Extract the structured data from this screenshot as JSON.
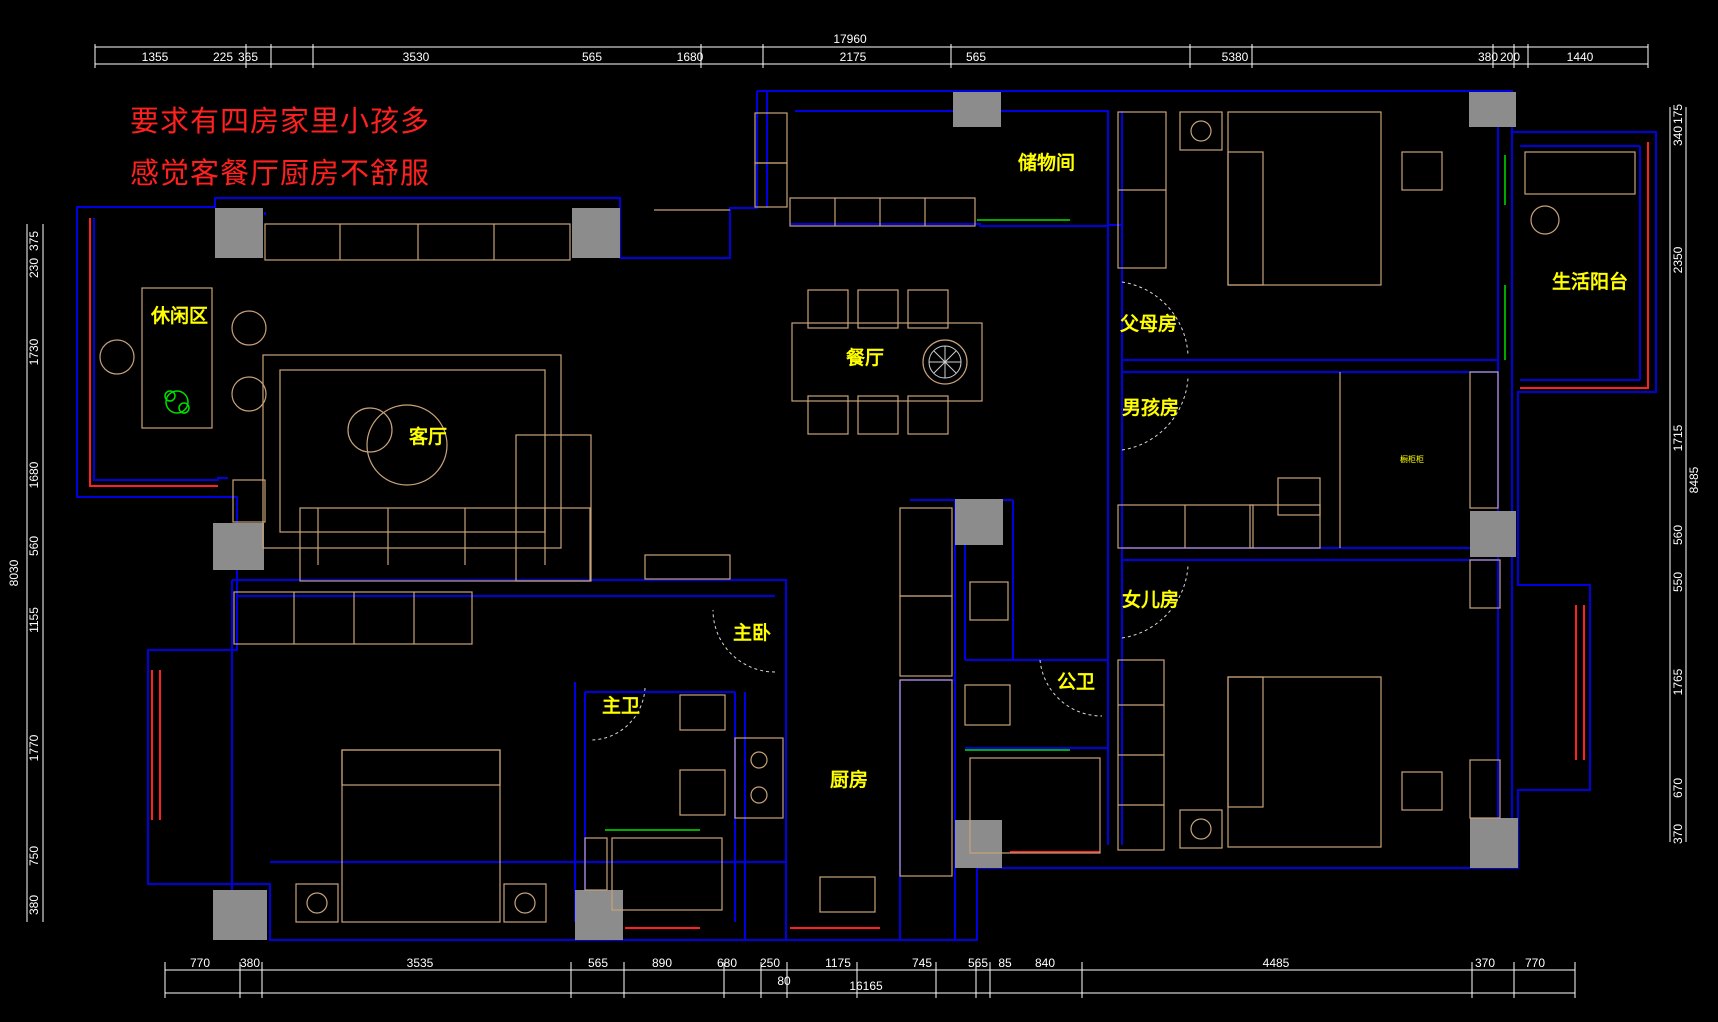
{
  "notes": {
    "line1": "要求有四房家里小孩多",
    "line2": "感觉客餐厅厨房不舒服"
  },
  "rooms": {
    "storage": "储物间",
    "parents": "父母房",
    "balcony": "生活阳台",
    "leisure": "休闲区",
    "dining": "餐厅",
    "living": "客厅",
    "boy": "男孩房",
    "girl": "女儿房",
    "master": "主卧",
    "master_bath": "主卫",
    "public_bath": "公卫",
    "kitchen": "厨房",
    "small_tag": "橱柜柜"
  },
  "dimensions": {
    "top_total": "17960",
    "top": [
      "1355",
      "225",
      "365",
      "3530",
      "565",
      "1680",
      "2175",
      "565",
      "5380",
      "380",
      "200",
      "1440"
    ],
    "bottom": [
      "770",
      "380",
      "3535",
      "565",
      "890",
      "680",
      "250",
      "1175",
      "745",
      "565",
      "85",
      "840",
      "4485",
      "370",
      "770"
    ],
    "bottom_sub": "80",
    "bottom_total": "16165",
    "left": [
      "230",
      "375",
      "1730",
      "1680",
      "560",
      "1155",
      "1770",
      "750",
      "380"
    ],
    "left_total": "8030",
    "right": [
      "340",
      "175",
      "2350",
      "1715",
      "560",
      "550",
      "1765",
      "670",
      "370"
    ],
    "right_total": "8485"
  },
  "colors": {
    "wall": "#0000e0",
    "furniture": "#c8a27a",
    "column": "#8c8c8c",
    "label": "#ffff00",
    "note": "#ff2020",
    "plant": "#00e000",
    "window": "#ff2020"
  }
}
